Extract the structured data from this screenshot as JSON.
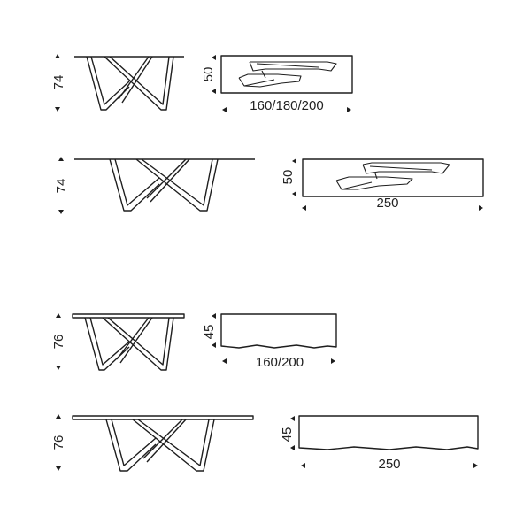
{
  "rows": [
    {
      "height_label": "74",
      "plan_height_label": "50",
      "length_label": "160/180/200"
    },
    {
      "height_label": "74",
      "plan_height_label": "50",
      "length_label": "250"
    },
    {
      "height_label": "76",
      "plan_height_label": "45",
      "length_label": "160/200"
    },
    {
      "height_label": "76",
      "plan_height_label": "45",
      "length_label": "250"
    }
  ]
}
